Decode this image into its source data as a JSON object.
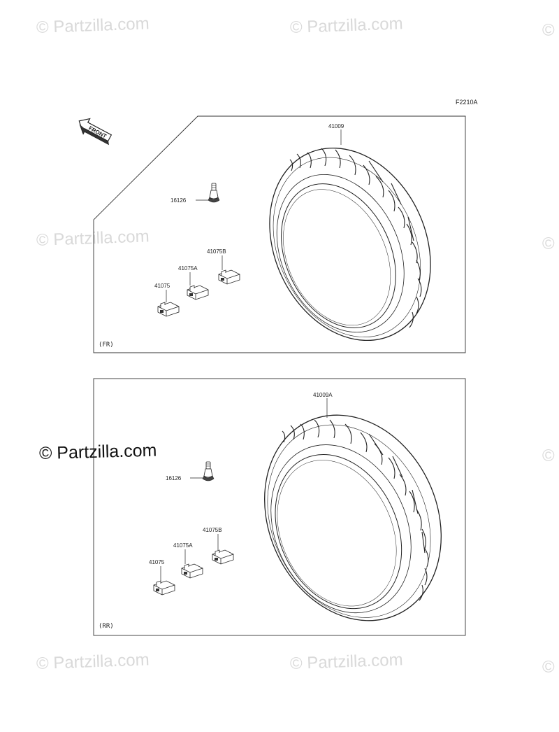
{
  "watermark": {
    "text": "© Partzilla.com",
    "edge_text": "©"
  },
  "diagram": {
    "code": "F2210A",
    "front_arrow_label": "FRONT",
    "front": {
      "section_label": "(FR)",
      "tire_part": "41009",
      "valve_part": "16126",
      "weights": [
        "41075",
        "41075A",
        "41075B"
      ]
    },
    "rear": {
      "section_label": "(RR)",
      "tire_part": "41009A",
      "valve_part": "16126",
      "weights": [
        "41075",
        "41075A",
        "41075B"
      ]
    }
  }
}
